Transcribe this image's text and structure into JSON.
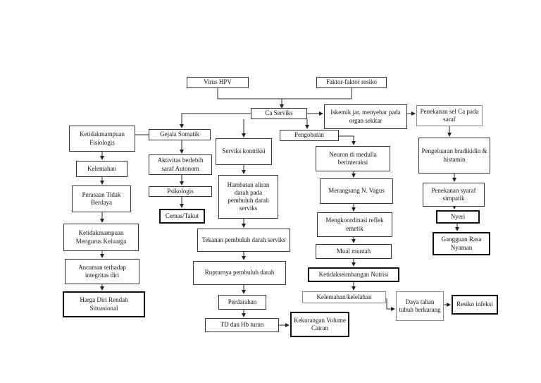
{
  "nodes": {
    "virus_hpv": "Virus HPV",
    "faktor_resiko": "Faktor-faktor resiko",
    "ca_serviks": "Ca Serviks",
    "iskemik": "Iskemik jar. menyebar pada organ sekitar",
    "penekanan_sel": "Penekanan sel Ca pada saraf",
    "ketidakmampuan_fisiologis": "Ketidakmampuan Fisiologis",
    "gejala_somatik": "Gejala Somatik",
    "serviks_kontriksi": "Serviks kontriksi",
    "pengobatan": "Pengobatan",
    "neuron_medulla": "Neuron di medulla berinteraksi",
    "pengeluaran_bradikidin": "Pengeluaran bradikidin & histamin",
    "kelemahan": "Kelemahan",
    "aktivitas_saraf": "Aktivitas berlebih saraf Autonom",
    "hambatan_aliran": "Hambatan aliran darah pada pembuluh darah serviks",
    "merangsang_vagus": "Merangsang N. Vagus",
    "penekanan_simpatik": "Penekanan syaraf simpatik",
    "perasaan_tidak_berdaya": "Perasaan Tidak Berdaya",
    "psikologis": "Psikologis",
    "nyeri": "Nyeri",
    "cemas_takut": "Cemas/Takut",
    "mengkoordinasi": "Mengkoordinasi reflek emetik",
    "gangguan_rasa_nyaman": "Gangguan Rasa Nyaman",
    "ketidakmampuan_keluarga": "Ketidakmampuan Mengurus Keluarga",
    "tekanan_pembuluh": "Tekanan pembuluh darah serviks",
    "mual_muntah": "Mual muntah",
    "ancaman_integritas": "Ancaman terhadap integritas diri",
    "ruptur_pembuluh": "Rupturnya pembuluh darah",
    "ketidakseimbangan_nutrisi": "Ketidakseimbangan Nutrisi",
    "kelemahan_kelelahan": "Kelemahan/kelelahan",
    "harga_diri": "Harga Diri Rendah Situasional",
    "perdarahan": "Perdarahan",
    "daya_tahan": "Daya tahan tubuh berkurang",
    "resiko_infeksi": "Resiko infeksi",
    "td_hb": "TD dan Hb turun",
    "kekurangan_volume": "Kekurangan Volume Cairan"
  }
}
